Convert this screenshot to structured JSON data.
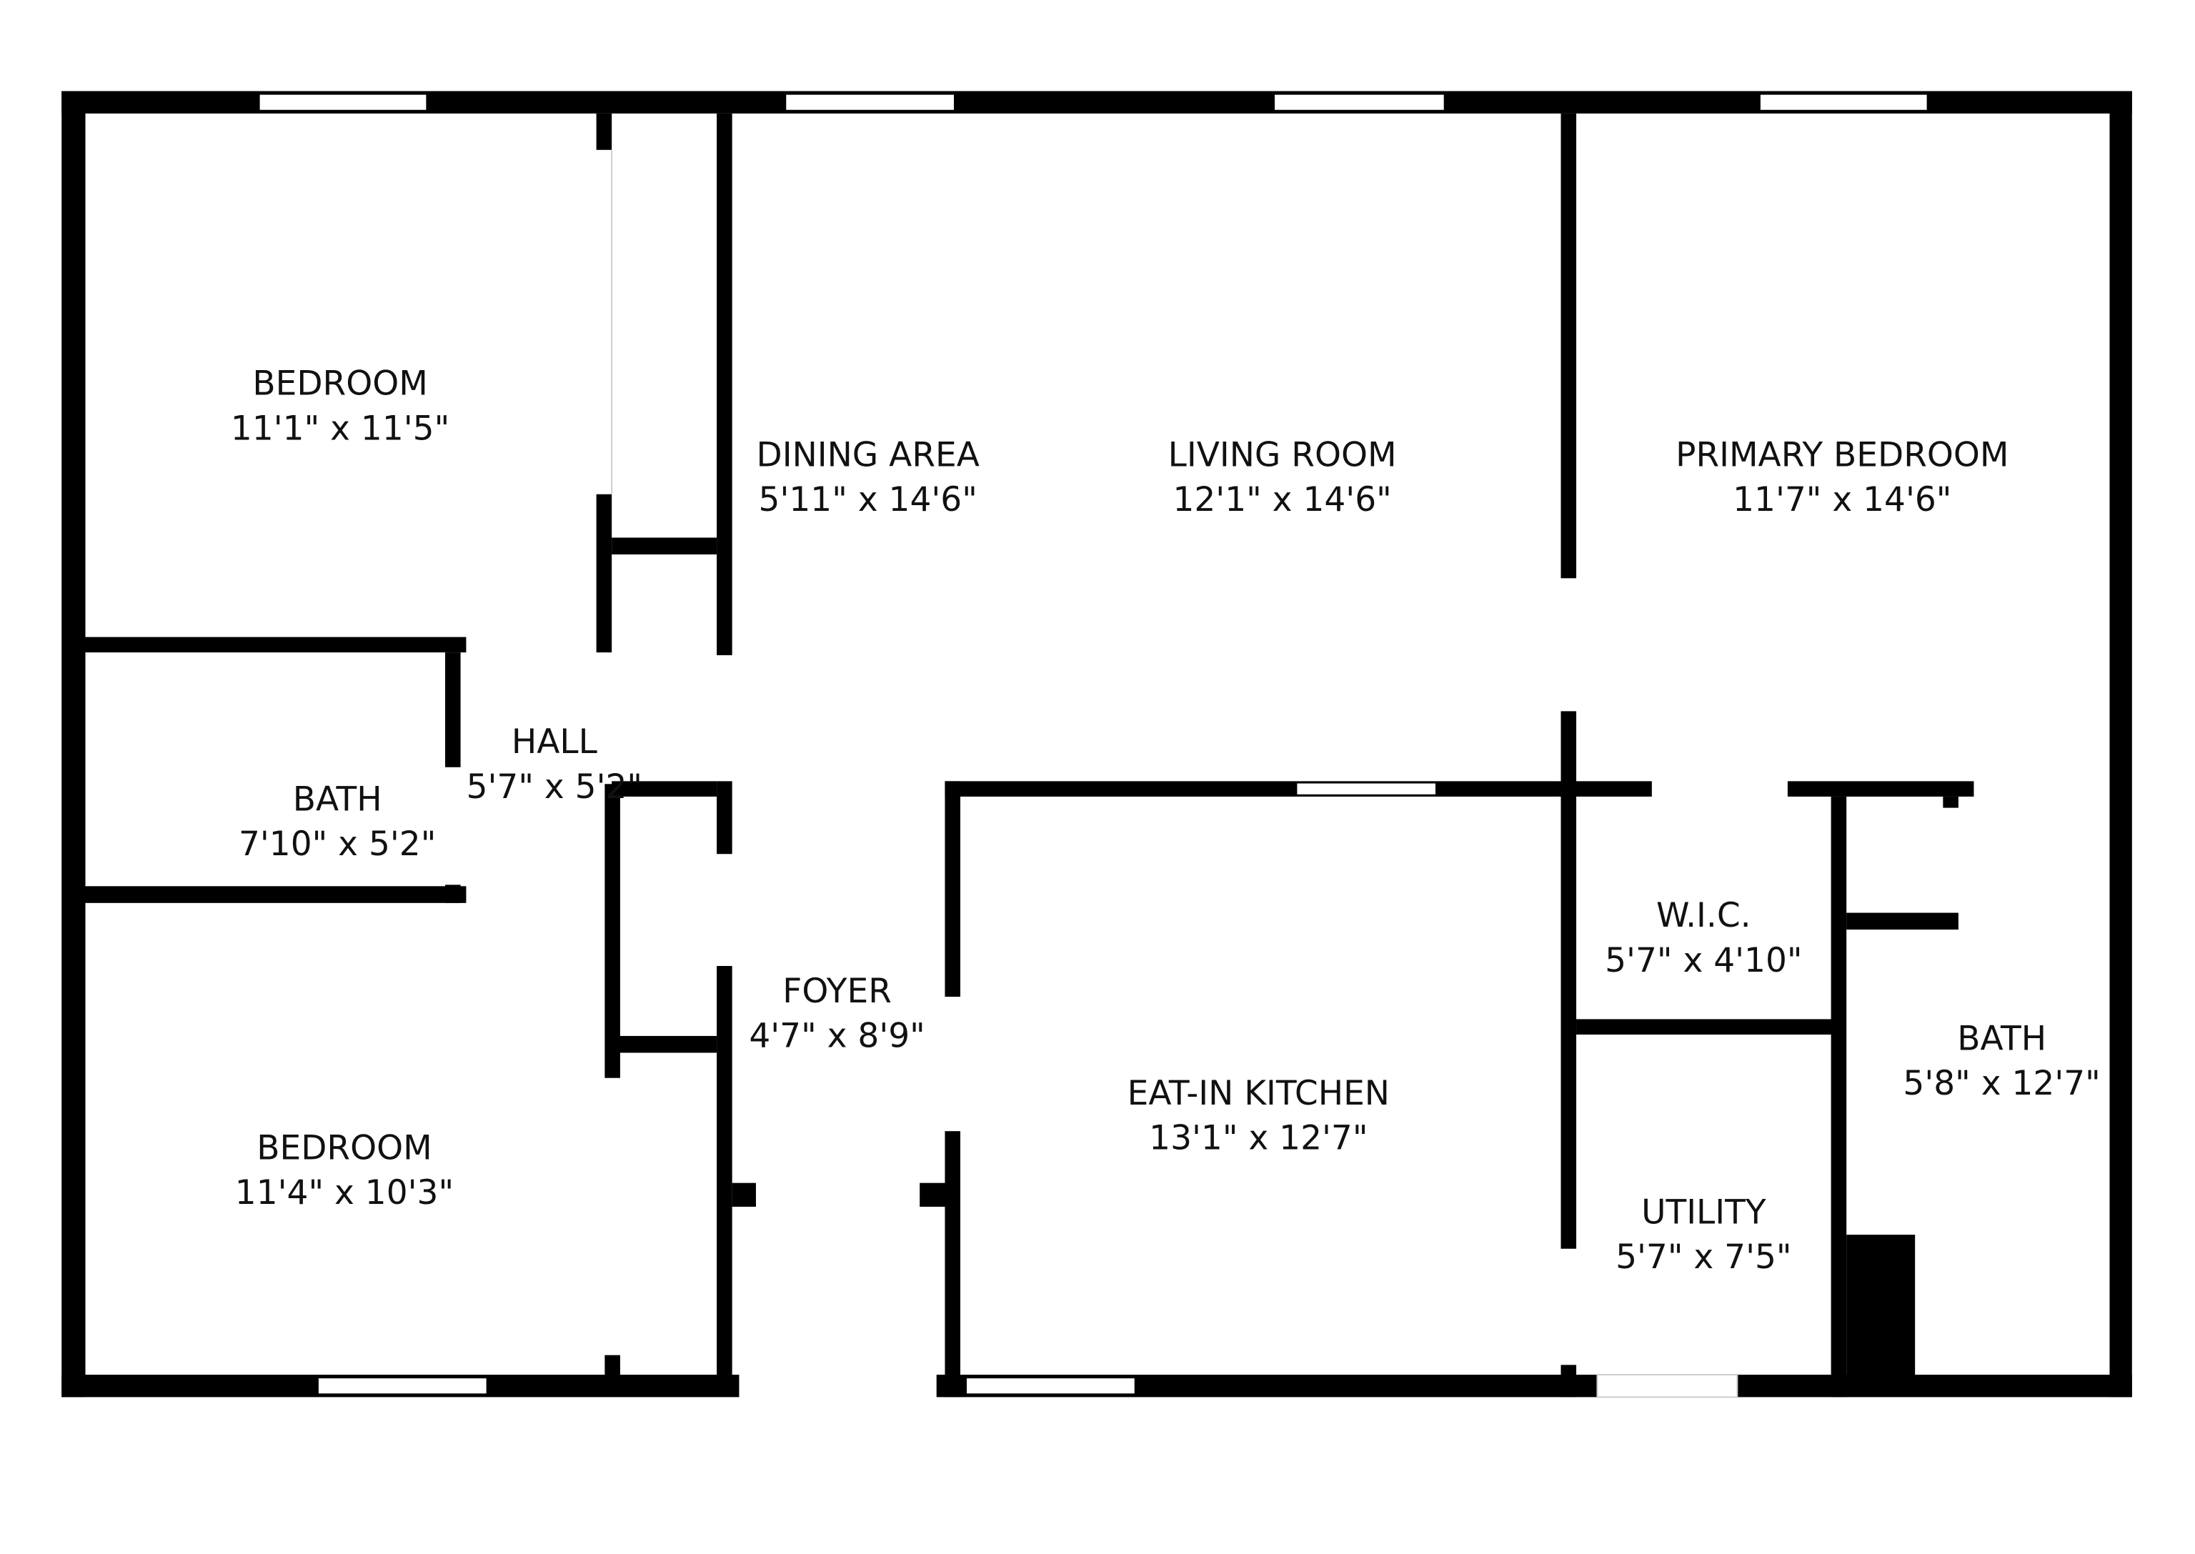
{
  "rooms": [
    {
      "name": "BEDROOM",
      "size": "11'1\" x 11'5\""
    },
    {
      "name": "DINING AREA",
      "size": "5'11\" x 14'6\""
    },
    {
      "name": "LIVING ROOM",
      "size": "12'1\" x 14'6\""
    },
    {
      "name": "PRIMARY BEDROOM",
      "size": "11'7\" x 14'6\""
    },
    {
      "name": "HALL",
      "size": "5'7\" x 5'2\""
    },
    {
      "name": "BATH",
      "size": "7'10\" x 5'2\""
    },
    {
      "name": "W.I.C.",
      "size": "5'7\" x 4'10\""
    },
    {
      "name": "FOYER",
      "size": "4'7\" x 8'9\""
    },
    {
      "name": "BATH",
      "size": "5'8\" x 12'7\""
    },
    {
      "name": "EAT-IN KITCHEN",
      "size": "13'1\" x 12'7\""
    },
    {
      "name": "BEDROOM",
      "size": "11'4\" x 10'3\""
    },
    {
      "name": "UTILITY",
      "size": "5'7\" x 7'5\""
    }
  ]
}
